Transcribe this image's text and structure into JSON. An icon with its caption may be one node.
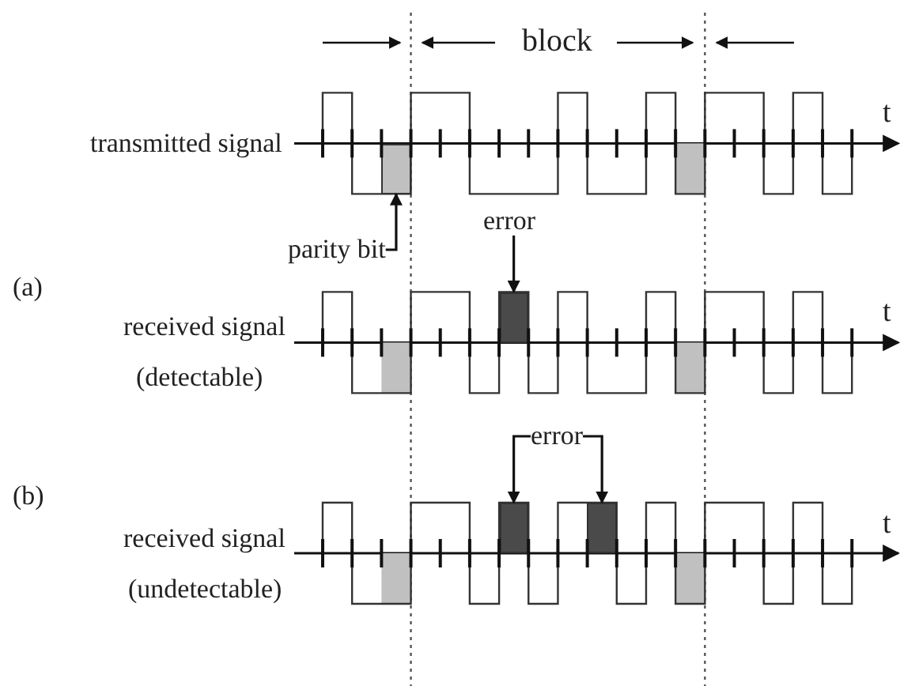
{
  "diagram": {
    "nodes": [
      {
        "text": [
          "parity bit"
        ]
      },
      {
        "text": [],
        "shape": "box"
      },
      {
        "text": [
          "error"
        ]
      },
      {
        "text": [],
        "shape": "box"
      },
      {
        "text": [
          "error"
        ]
      },
      {
        "text": [],
        "shape": "box"
      },
      {
        "text": [],
        "shape": "box"
      }
    ],
    "edges": [
      {
        "from": 0,
        "to": 1,
        "arrow": "to"
      },
      {
        "from": 2,
        "to": 3,
        "arrow": "to"
      },
      {
        "from": 4,
        "to": 5,
        "arrow": "to"
      },
      {
        "from": 4,
        "to": 6,
        "arrow": "to"
      }
    ],
    "labels": [
      "block",
      "t",
      "transmitted signal",
      "(a)",
      "t",
      "received signal",
      "(detectable)",
      "(b)",
      "t",
      "received signal",
      "(undetectable)"
    ]
  }
}
